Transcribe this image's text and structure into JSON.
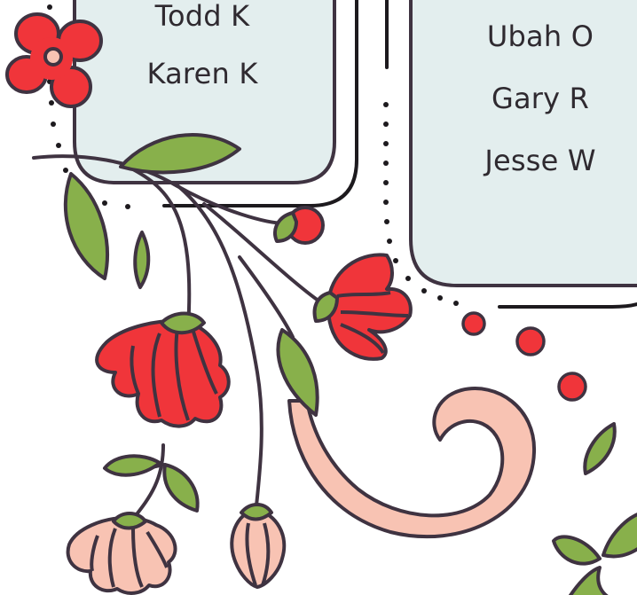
{
  "left_card": {
    "names": [
      "Todd K",
      "Karen K"
    ]
  },
  "right_card": {
    "names": [
      "Ubah O",
      "Gary R",
      "Jesse W"
    ]
  },
  "colors": {
    "card_fill": "#e3eeee",
    "outline": "#3f3341",
    "flower_red": "#f0353a",
    "flower_pink": "#f8c3b3",
    "leaf_green": "#88b04b"
  }
}
